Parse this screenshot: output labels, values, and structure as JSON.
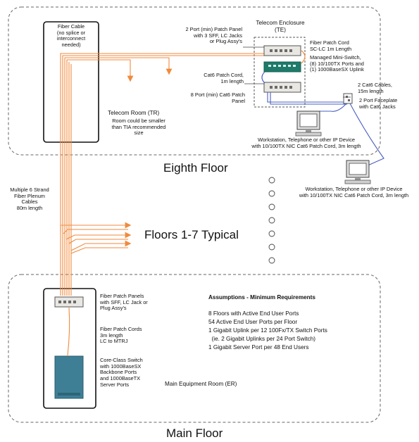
{
  "colors": {
    "fiber": "#f08a3c",
    "copper": "#4a5fc1",
    "panel_green": "#1f7a6a",
    "switch_blue": "#3f7f95",
    "border": "#555555"
  },
  "eighth_floor": {
    "title": "Eighth Floor",
    "fiber_cable_label": "Fiber Cable\n(no splice or\ninterconnect\nneeded)",
    "telecom_room_label": "Telecom Room (TR)",
    "telecom_room_note": "Room could be smaller\nthan TIA recommended\nsize",
    "enclosure_label": "Telecom Enclosure\n(TE)",
    "patch_panel_label": "2 Port (min) Patch Panel\nwith 3 SFF, LC Jacks\nor Plug Assy's",
    "fiber_patch_cord_label": "Fiber Patch Cord\nSC-LC 1m Length",
    "mini_switch_label": "Managed Mini-Switch,\n(8) 10/100TX Ports and\n(1) 1000BaseSX Uplink",
    "cat6_patch_cord_label": "Cat6 Patch Cord,\n1m length",
    "cat6_panel_label": "8 Port (min) Cat6 Patch\nPanel",
    "cat6_cables_label": "2 Cat6 Cables,\n15m length",
    "faceplate_label": "2 Port Faceplate\nwith Cat6 Jacks",
    "workstation_1_label": "Workstation, Telephone or other IP Device\nwith 10/100TX NIC Cat6 Patch Cord, 3m length",
    "workstation_2_label": "Workstation, Telephone or other IP Device\nwith 10/100TX NIC Cat6 Patch Cord, 3m length"
  },
  "riser": {
    "strand_label": "Multiple 6 Strand\nFiber Plenum\nCables\n80m length",
    "floors_label": "Floors 1-7 Typical"
  },
  "main_floor": {
    "title": "Main Floor",
    "fiber_panels_label": "Fiber Patch Panels\nwith SFF, LC Jack or\nPlug Assy's",
    "fiber_cords_label": "Fiber Patch Cords\n3m length\nLC to MTRJ",
    "core_switch_label": "Core-Class Switch\nwith 1000BaseSX\nBackbone Ports\nand 1000BaseTX\nServer Ports",
    "equipment_room_label": "Main Equipment Room (ER)"
  },
  "assumptions": {
    "title": "Assumptions - Minimum Requirements",
    "items": [
      "8 Floors with Active End User Ports",
      "54 Active End User Ports per Floor",
      "1 Gigabit Uplink per 12 100Fx/TX Switch Ports",
      "  (ie. 2 Gigabit Uplinks per 24 Port Switch)",
      "1 Gigabit Server Port per 48 End Users"
    ]
  }
}
